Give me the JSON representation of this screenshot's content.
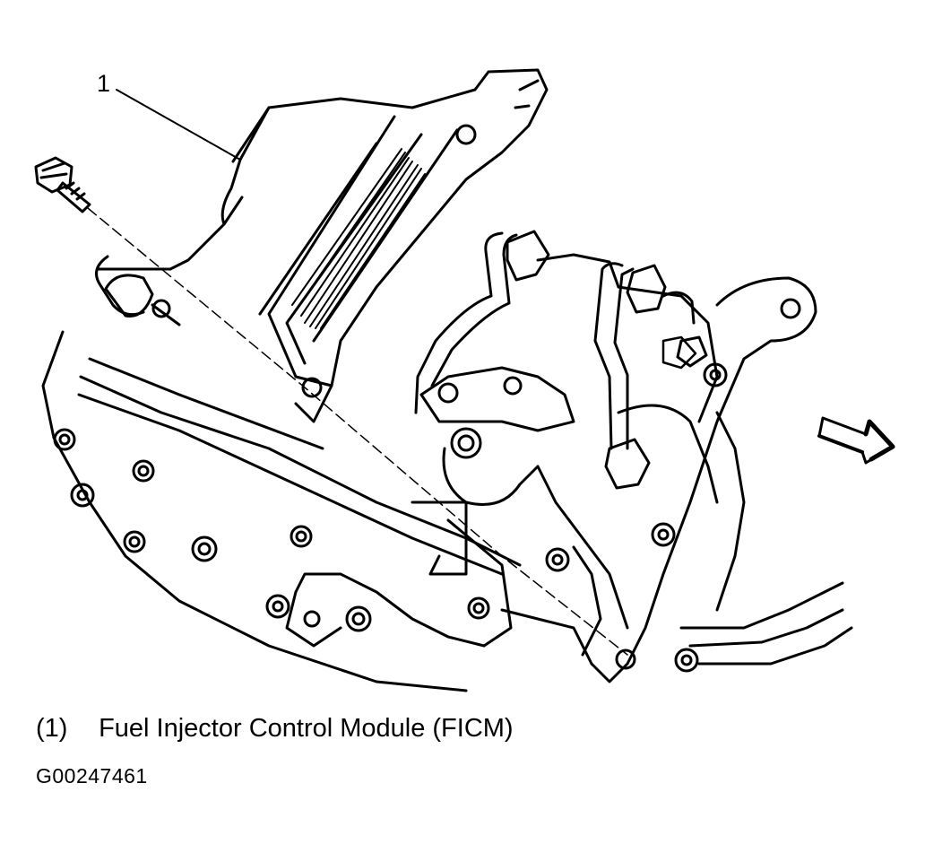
{
  "diagram": {
    "callout_label": "1",
    "legend": {
      "number": "(1)",
      "text": "Fuel Injector Control Module (FICM)"
    },
    "figure_id": "G00247461"
  },
  "colors": {
    "ink": "#000000",
    "background": "#ffffff"
  }
}
